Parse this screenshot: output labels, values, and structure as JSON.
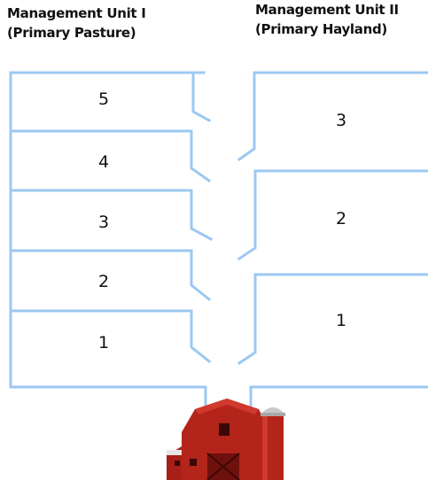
{
  "management_units": [
    {
      "title_line1": "Management Unit I",
      "title_line2": "(Primary Pasture)",
      "paddocks": [
        "5",
        "4",
        "3",
        "2",
        "1"
      ]
    },
    {
      "title_line1": "Management Unit II",
      "title_line2": "(Primary Hayland)",
      "paddocks": [
        "3",
        "2",
        "1"
      ]
    }
  ],
  "colors": {
    "fence": "#9cc8f2",
    "barn_red": "#b3241b",
    "barn_dark": "#7a120d",
    "silo_top": "#c8c8c8"
  },
  "icons": [
    "barn-icon",
    "silo-icon"
  ]
}
